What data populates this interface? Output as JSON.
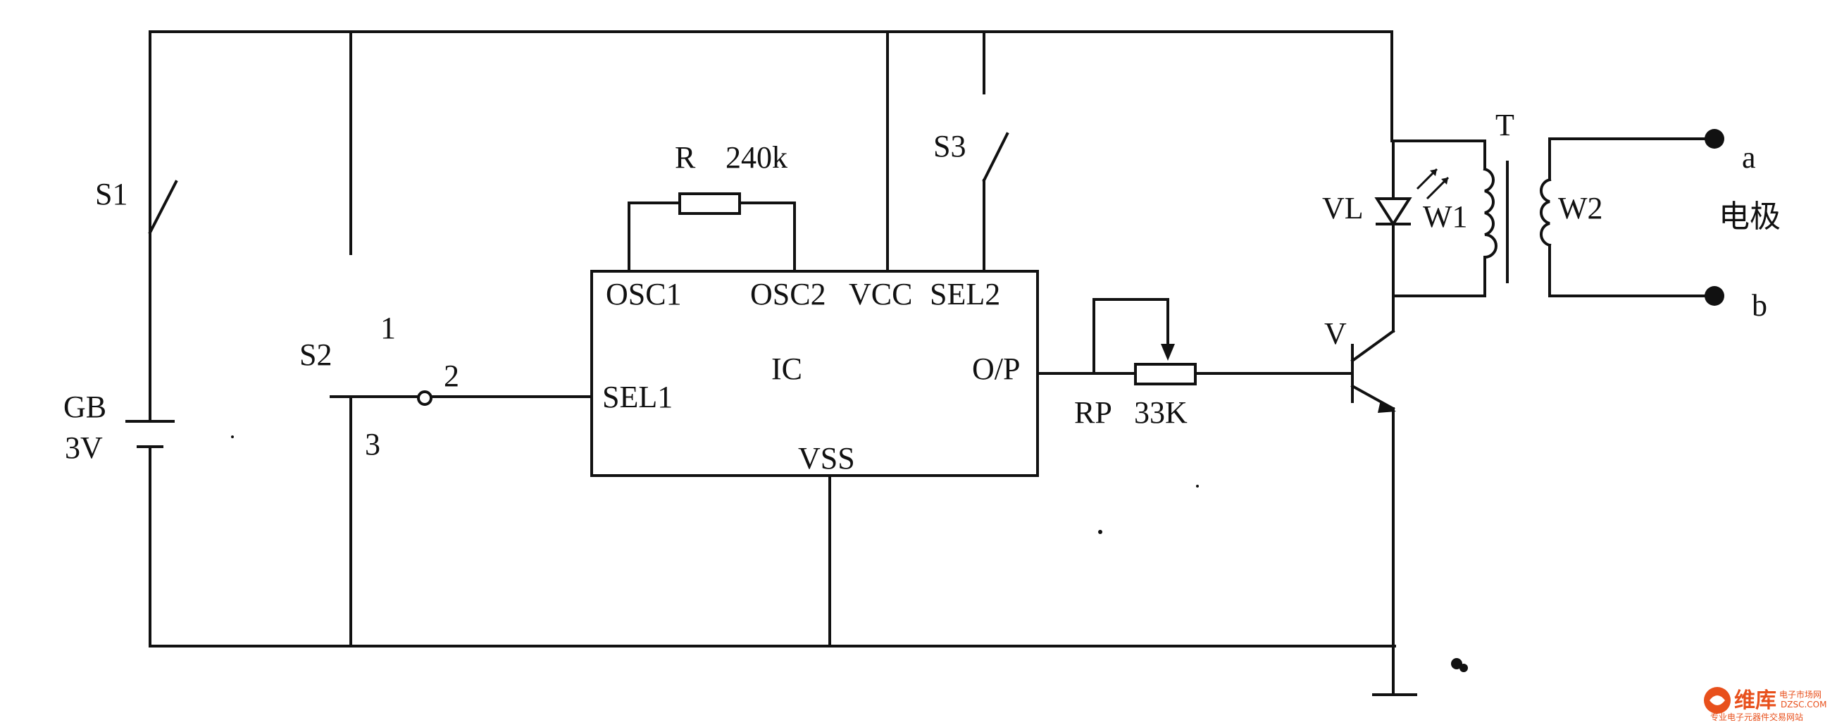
{
  "labels": {
    "s1": "S1",
    "s2": "S2",
    "s3": "S3",
    "gb": "GB",
    "gb_voltage": "3V",
    "r": "R",
    "r_value": "240k",
    "osc1": "OSC1",
    "osc2": "OSC2",
    "vcc": "VCC",
    "sel2": "SEL2",
    "sel1": "SEL1",
    "ic": "IC",
    "op": "O/P",
    "vss": "VSS",
    "rp": "RP",
    "rp_value": "33K",
    "v": "V",
    "vl": "VL",
    "w1": "W1",
    "t": "T",
    "w2": "W2",
    "a": "a",
    "b": "b",
    "electrode": "电极",
    "pin1": "1",
    "pin2": "2",
    "pin3": "3"
  },
  "watermark": {
    "brand": "维库",
    "site": "电子市场网",
    "domain": "DZSC.COM",
    "tagline": "专业电子元器件交易网站"
  },
  "colors": {
    "ink": "#111111",
    "watermark": "#e8501c"
  }
}
